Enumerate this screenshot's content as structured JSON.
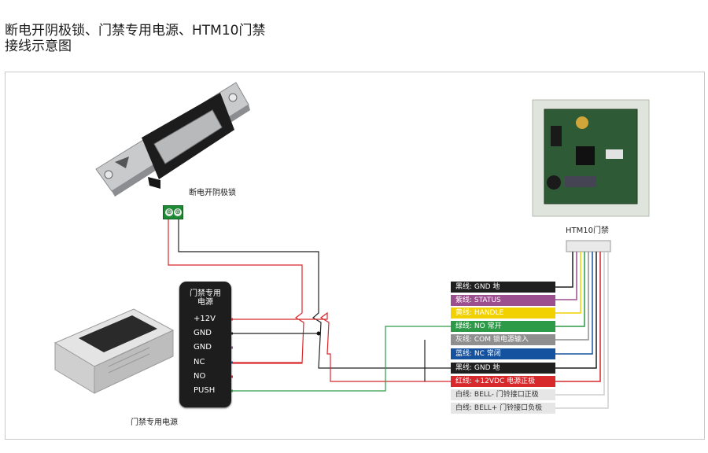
{
  "title": {
    "line1": "断电开阴极锁、门禁专用电源、HTM10门禁",
    "line2": "接线示意图"
  },
  "lock": {
    "label": "断电开阴极锁"
  },
  "controller": {
    "label": "HTM10门禁"
  },
  "power_supply": {
    "label": "门禁专用电源",
    "panel_title_line1": "门禁专用",
    "panel_title_line2": "电源",
    "pins": [
      "+12V",
      "GND",
      "GND",
      "NC",
      "NO",
      "PUSH"
    ]
  },
  "wire_labels": [
    {
      "text": "黑线: GND 地",
      "bg": "#1f1f1f",
      "fg": "#ffffff"
    },
    {
      "text": "紫线: STATUS",
      "bg": "#9b4f8e",
      "fg": "#ffffff"
    },
    {
      "text": "黄线: HANDLE",
      "bg": "#f2d100",
      "fg": "#ffffff"
    },
    {
      "text": "绿线: NO 常开",
      "bg": "#2d9a47",
      "fg": "#ffffff"
    },
    {
      "text": "灰线: COM 锁电源输入",
      "bg": "#8f8f8f",
      "fg": "#ffffff"
    },
    {
      "text": "蓝线: NC 常闭",
      "bg": "#1452a0",
      "fg": "#ffffff"
    },
    {
      "text": "黑线: GND 地",
      "bg": "#1f1f1f",
      "fg": "#ffffff"
    },
    {
      "text": "红线: +12VDC 电源正极",
      "bg": "#d7282c",
      "fg": "#ffffff"
    },
    {
      "text": "白线: BELL- 门铃接口正极",
      "bg": "#e6e6e6",
      "fg": "#333333"
    },
    {
      "text": "白线: BELL+ 门铃接口负极",
      "bg": "#e6e6e6",
      "fg": "#333333"
    }
  ]
}
